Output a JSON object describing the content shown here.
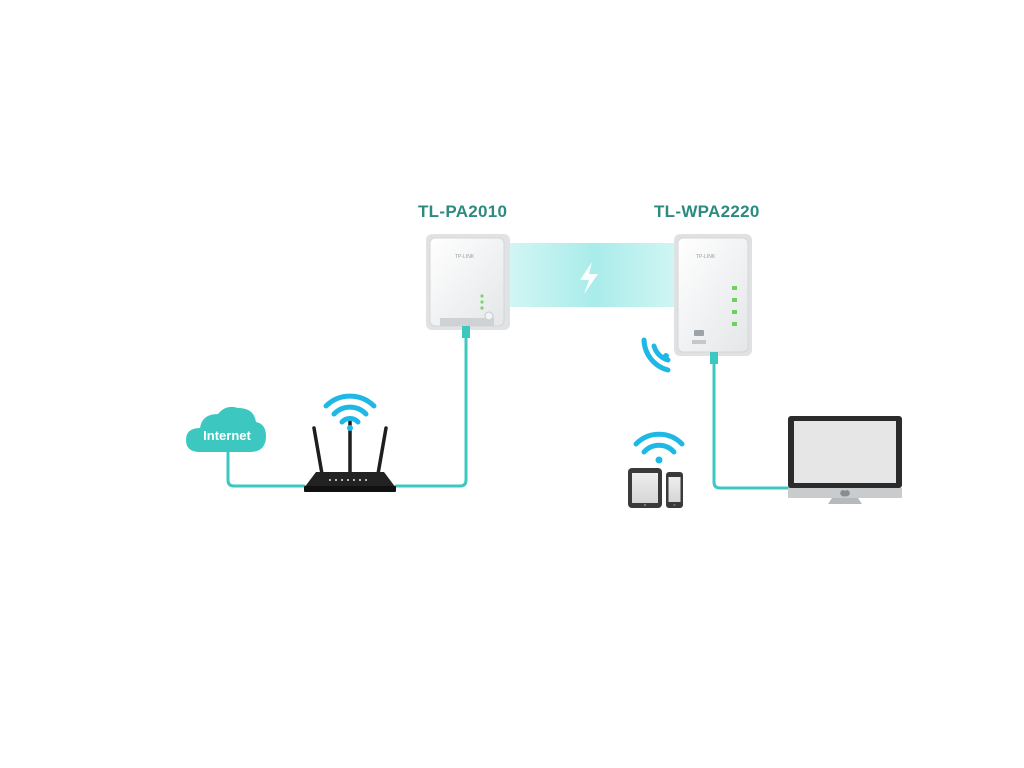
{
  "labels": {
    "adapter_left": "TL-PA2010",
    "adapter_right": "TL-WPA2220",
    "cloud": "Internet"
  },
  "branding": {
    "adapter_logo": "TP-LINK"
  },
  "colors": {
    "cable": "#3cc8c0",
    "label_text": "#2c8a80",
    "wifi": "#1fb8e6",
    "link_band": "#b6efee",
    "cloud": "#3cc8c0",
    "router_body": "#1e1e1e",
    "tablet_body": "#3a3a3a"
  },
  "icons": [
    "cloud-icon",
    "router-icon",
    "powerline-adapter-icon",
    "wireless-powerline-extender-icon",
    "wifi-signal-icon",
    "lightning-bolt-icon",
    "tablet-icon",
    "smartphone-icon",
    "desktop-monitor-icon",
    "apple-logo-icon"
  ]
}
